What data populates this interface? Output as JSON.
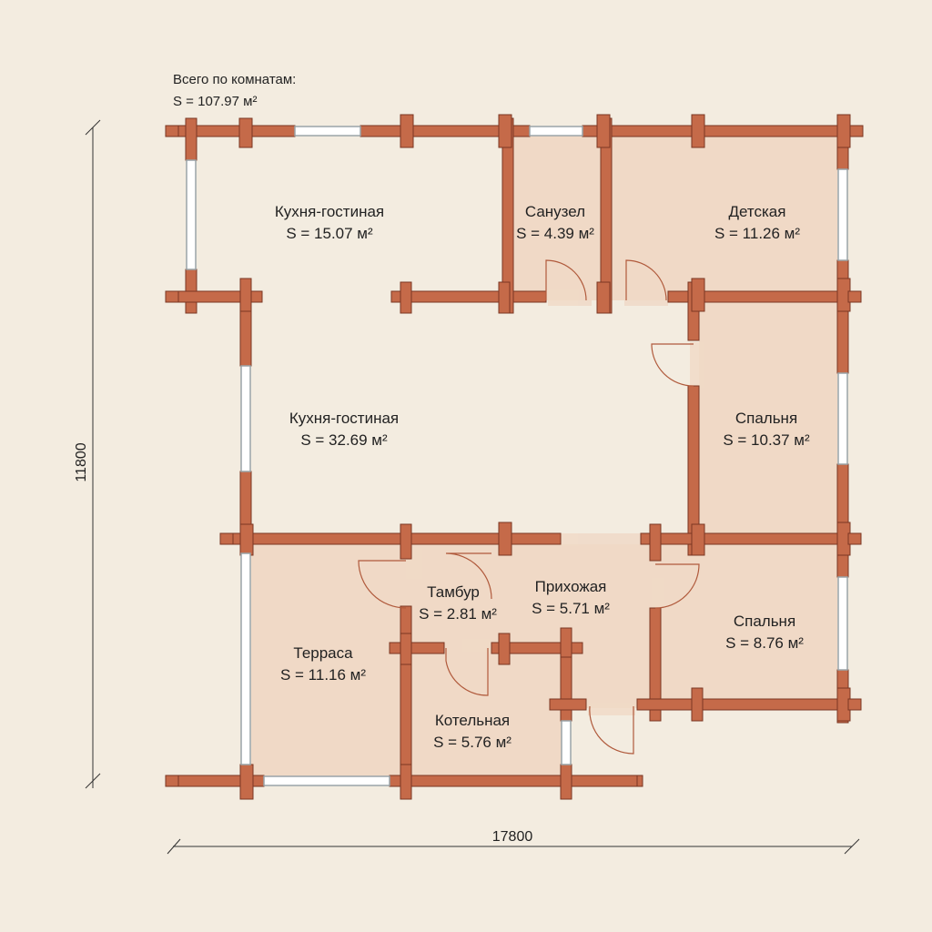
{
  "colors": {
    "background": "#f3ece0",
    "wall": "#c56a49",
    "wall_stroke": "#7a3622",
    "room_fill": "#f0d9c6",
    "window_fill": "#ffffff",
    "window_stroke": "#9aa4a8",
    "door_arc": "#b05a3c",
    "text": "#222222"
  },
  "total": {
    "line1": "Всего по комнатам:",
    "line2": "S = 107.97 м²"
  },
  "dimensions": {
    "width": "17800",
    "height": "11800"
  },
  "rooms": [
    {
      "id": "kitchen-top",
      "name": "Кухня-гостиная",
      "area": "S = 15.07 м²"
    },
    {
      "id": "bathroom",
      "name": "Санузел",
      "area": "S = 4.39 м²"
    },
    {
      "id": "kids",
      "name": "Детская",
      "area": "S = 11.26 м²"
    },
    {
      "id": "kitchen-main",
      "name": "Кухня-гостиная",
      "area": "S = 32.69 м²"
    },
    {
      "id": "bedroom1",
      "name": "Спальня",
      "area": "S = 10.37 м²"
    },
    {
      "id": "tambur",
      "name": "Тамбур",
      "area": "S = 2.81 м²"
    },
    {
      "id": "hall",
      "name": "Прихожая",
      "area": "S = 5.71 м²"
    },
    {
      "id": "bedroom2",
      "name": "Спальня",
      "area": "S = 8.76 м²"
    },
    {
      "id": "terrace",
      "name": "Терраса",
      "area": "S = 11.16 м²"
    },
    {
      "id": "boiler",
      "name": "Котельная",
      "area": "S = 5.76 м²"
    }
  ]
}
